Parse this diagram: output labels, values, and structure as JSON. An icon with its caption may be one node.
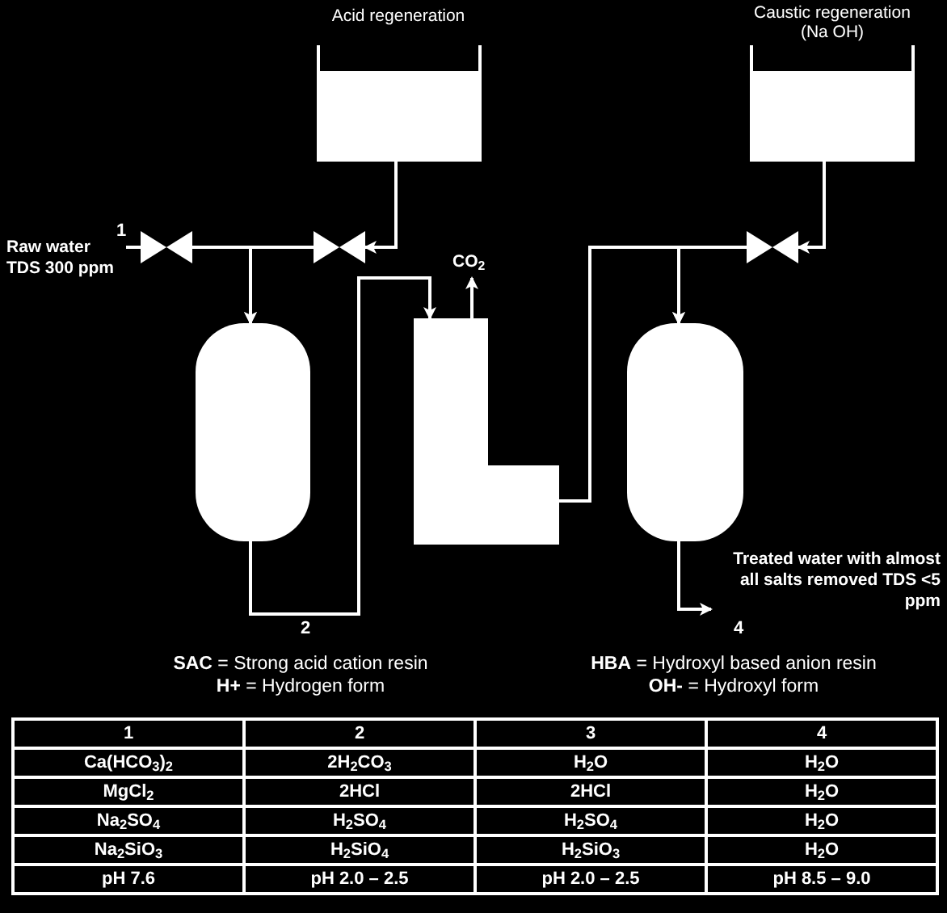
{
  "diagram": {
    "nodes": [
      {
        "text": [
          "Raw water TDS 300 ppm"
        ]
      },
      {
        "text": [],
        "shape": "valve"
      },
      {
        "text": [
          "Acid regeneration"
        ]
      },
      {
        "text": [],
        "shape": "valve"
      },
      {
        "text": [],
        "shape": "cylinder"
      },
      {
        "text": [],
        "shape": "box"
      },
      {
        "text": [
          "CO$_{2}$"
        ]
      },
      {
        "text": [
          "Caustic regeneration (Na OH)"
        ]
      },
      {
        "text": [],
        "shape": "valve"
      },
      {
        "text": [],
        "shape": "cylinder"
      },
      {
        "text": [
          "Treated water with almost all salts removed TDS <5 ppm"
        ]
      }
    ],
    "edges": [
      {
        "from": 0,
        "to": 1,
        "arrow": "none",
        "label": "1"
      },
      {
        "from": 1,
        "to": 4,
        "arrow": "to"
      },
      {
        "from": 2,
        "to": 3,
        "arrow": "to"
      },
      {
        "from": 3,
        "to": 4,
        "arrow": "to"
      },
      {
        "from": 4,
        "to": 5,
        "arrow": "to",
        "label": "2"
      },
      {
        "from": 5,
        "to": 6,
        "arrow": "to"
      },
      {
        "from": 5,
        "to": 9,
        "arrow": "to"
      },
      {
        "from": 7,
        "to": 8,
        "arrow": "to"
      },
      {
        "from": 8,
        "to": 9,
        "arrow": "to"
      },
      {
        "from": 9,
        "to": 10,
        "arrow": "to",
        "label": "4"
      }
    ],
    "labels": [
      "**SAC** = Strong acid cation resin",
      "**H+** = Hydrogen form",
      "**HBA** = Hydroxyl based anion resin",
      "**OH-** = Hydroxyl form",
      "1",
      "2",
      "3",
      "4",
      "Ca(HCO$_{3}$)$_{2}$",
      "2H$_{2}$CO$_{3}$",
      "H$_{2}$O",
      "H$_{2}$O",
      "MgCl$_{2}$",
      "2HCl",
      "2HCl",
      "H$_{2}$O",
      "Na$_{2}$SO$_{4}$",
      "H$_{2}$SO$_{4}$",
      "H$_{2}$SO$_{4}$",
      "H$_{2}$O",
      "Na$_{2}$SiO$_{3}$",
      "H$_{2}$SiO$_{4}$",
      "H$_{2}$SiO$_{3}$",
      "H$_{2}$O",
      "pH 7.6",
      "pH 2.0 – 2.5",
      "pH 2.0 – 2.5",
      "pH 8.5 – 9.0"
    ]
  }
}
